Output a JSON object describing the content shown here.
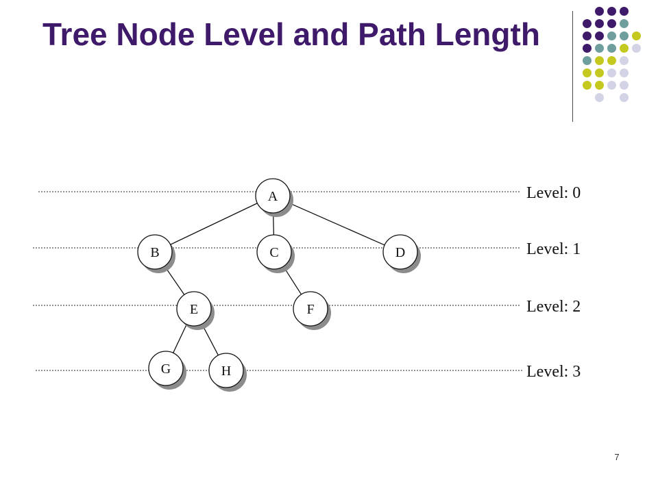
{
  "slide": {
    "title": "Tree Node Level and Path Length",
    "page_number": "7"
  },
  "colors": {
    "title": "#3f1a6a",
    "dot_purple": "#3f1a6a",
    "dot_teal": "#6f9e9e",
    "dot_olive": "#c5c81e",
    "dot_lavender": "#d3d3e6"
  },
  "tree": {
    "nodes": [
      {
        "id": "A",
        "label": "A",
        "level": 0
      },
      {
        "id": "B",
        "label": "B",
        "level": 1
      },
      {
        "id": "C",
        "label": "C",
        "level": 1
      },
      {
        "id": "D",
        "label": "D",
        "level": 1
      },
      {
        "id": "E",
        "label": "E",
        "level": 2
      },
      {
        "id": "F",
        "label": "F",
        "level": 2
      },
      {
        "id": "G",
        "label": "G",
        "level": 3
      },
      {
        "id": "H",
        "label": "H",
        "level": 3
      }
    ],
    "edges": [
      [
        "A",
        "B"
      ],
      [
        "A",
        "C"
      ],
      [
        "A",
        "D"
      ],
      [
        "B",
        "E"
      ],
      [
        "C",
        "F"
      ],
      [
        "E",
        "G"
      ],
      [
        "E",
        "H"
      ]
    ],
    "levels": [
      {
        "label": "Level: 0"
      },
      {
        "label": "Level: 1"
      },
      {
        "label": "Level: 2"
      },
      {
        "label": "Level: 3"
      }
    ]
  }
}
